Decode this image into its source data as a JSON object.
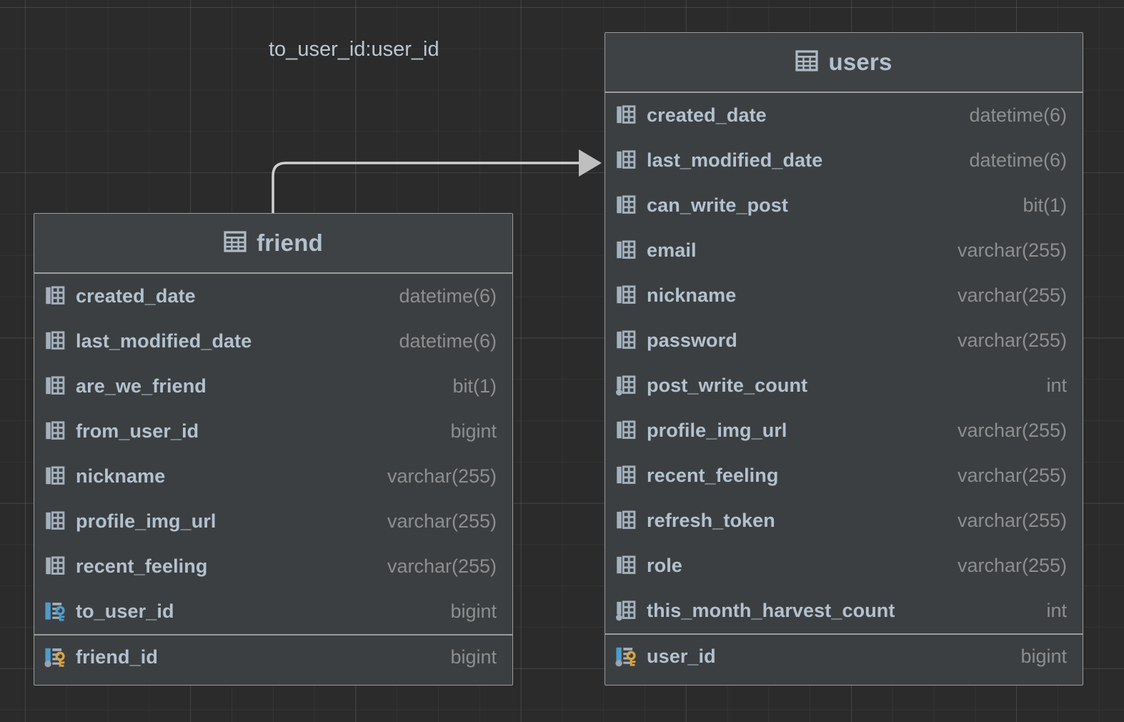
{
  "diagram": {
    "background_color": "#2b2b2b",
    "panel_color": "#3c3f41",
    "border_color": "#9b9b9b",
    "name_color": "#b3c1cf",
    "type_color": "#8e8e8e",
    "key_color": "#d9a441",
    "fk_color": "#4e9ccb",
    "connector_color": "#d0d0d0"
  },
  "relations": [
    {
      "label": "to_user_id:user_id",
      "from_table": "friend",
      "from_column": "to_user_id",
      "to_table": "users",
      "to_column": "user_id"
    }
  ],
  "tables": [
    {
      "name": "friend",
      "icon": "table-icon",
      "columns": [
        {
          "name": "created_date",
          "type": "datetime(6)",
          "icon": "column-icon",
          "nullable": false,
          "pk": false,
          "fk": false
        },
        {
          "name": "last_modified_date",
          "type": "datetime(6)",
          "icon": "column-icon",
          "nullable": false,
          "pk": false,
          "fk": false
        },
        {
          "name": "are_we_friend",
          "type": "bit(1)",
          "icon": "column-icon",
          "nullable": false,
          "pk": false,
          "fk": false
        },
        {
          "name": "from_user_id",
          "type": "bigint",
          "icon": "column-icon",
          "nullable": false,
          "pk": false,
          "fk": false
        },
        {
          "name": "nickname",
          "type": "varchar(255)",
          "icon": "column-icon",
          "nullable": false,
          "pk": false,
          "fk": false
        },
        {
          "name": "profile_img_url",
          "type": "varchar(255)",
          "icon": "column-icon",
          "nullable": false,
          "pk": false,
          "fk": false
        },
        {
          "name": "recent_feeling",
          "type": "varchar(255)",
          "icon": "column-icon",
          "nullable": false,
          "pk": false,
          "fk": false
        },
        {
          "name": "to_user_id",
          "type": "bigint",
          "icon": "foreign-key-icon",
          "nullable": false,
          "pk": false,
          "fk": true
        },
        {
          "name": "friend_id",
          "type": "bigint",
          "icon": "primary-key-icon",
          "nullable": true,
          "pk": true,
          "fk": false
        }
      ]
    },
    {
      "name": "users",
      "icon": "table-icon",
      "columns": [
        {
          "name": "created_date",
          "type": "datetime(6)",
          "icon": "column-icon",
          "nullable": false,
          "pk": false,
          "fk": false
        },
        {
          "name": "last_modified_date",
          "type": "datetime(6)",
          "icon": "column-icon",
          "nullable": false,
          "pk": false,
          "fk": false
        },
        {
          "name": "can_write_post",
          "type": "bit(1)",
          "icon": "column-icon",
          "nullable": false,
          "pk": false,
          "fk": false
        },
        {
          "name": "email",
          "type": "varchar(255)",
          "icon": "column-icon",
          "nullable": false,
          "pk": false,
          "fk": false
        },
        {
          "name": "nickname",
          "type": "varchar(255)",
          "icon": "column-icon",
          "nullable": false,
          "pk": false,
          "fk": false
        },
        {
          "name": "password",
          "type": "varchar(255)",
          "icon": "column-icon",
          "nullable": false,
          "pk": false,
          "fk": false
        },
        {
          "name": "post_write_count",
          "type": "int",
          "icon": "nullable-column-icon",
          "nullable": true,
          "pk": false,
          "fk": false
        },
        {
          "name": "profile_img_url",
          "type": "varchar(255)",
          "icon": "column-icon",
          "nullable": false,
          "pk": false,
          "fk": false
        },
        {
          "name": "recent_feeling",
          "type": "varchar(255)",
          "icon": "column-icon",
          "nullable": false,
          "pk": false,
          "fk": false
        },
        {
          "name": "refresh_token",
          "type": "varchar(255)",
          "icon": "column-icon",
          "nullable": false,
          "pk": false,
          "fk": false
        },
        {
          "name": "role",
          "type": "varchar(255)",
          "icon": "column-icon",
          "nullable": false,
          "pk": false,
          "fk": false
        },
        {
          "name": "this_month_harvest_count",
          "type": "int",
          "icon": "nullable-column-icon",
          "nullable": true,
          "pk": false,
          "fk": false
        },
        {
          "name": "user_id",
          "type": "bigint",
          "icon": "primary-key-icon",
          "nullable": true,
          "pk": true,
          "fk": false
        }
      ]
    }
  ]
}
